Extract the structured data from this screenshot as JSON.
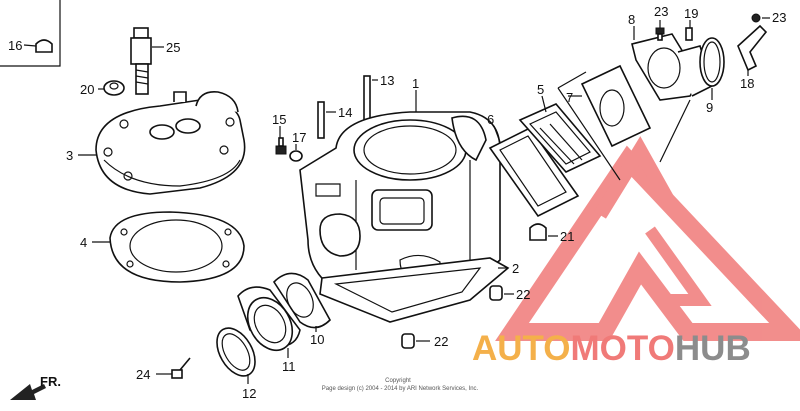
{
  "parts": [
    {
      "id": "16",
      "label": "16"
    },
    {
      "id": "25",
      "label": "25"
    },
    {
      "id": "20",
      "label": "20"
    },
    {
      "id": "3",
      "label": "3"
    },
    {
      "id": "4",
      "label": "4"
    },
    {
      "id": "13",
      "label": "13"
    },
    {
      "id": "14",
      "label": "14"
    },
    {
      "id": "1",
      "label": "1"
    },
    {
      "id": "15",
      "label": "15"
    },
    {
      "id": "17",
      "label": "17"
    },
    {
      "id": "5",
      "label": "5"
    },
    {
      "id": "6",
      "label": "6"
    },
    {
      "id": "7",
      "label": "7"
    },
    {
      "id": "8",
      "label": "8"
    },
    {
      "id": "23a",
      "label": "23"
    },
    {
      "id": "19",
      "label": "19"
    },
    {
      "id": "23b",
      "label": "23"
    },
    {
      "id": "9",
      "label": "9"
    },
    {
      "id": "18",
      "label": "18"
    },
    {
      "id": "21",
      "label": "21"
    },
    {
      "id": "2",
      "label": "2"
    },
    {
      "id": "22a",
      "label": "22"
    },
    {
      "id": "22b",
      "label": "22"
    },
    {
      "id": "10",
      "label": "10"
    },
    {
      "id": "11",
      "label": "11"
    },
    {
      "id": "12",
      "label": "12"
    },
    {
      "id": "24",
      "label": "24"
    }
  ],
  "direction_label": "FR.",
  "copyright": {
    "line1": "Copyright",
    "line2": "Page design (c) 2004 - 2014 by ARI Network Services, Inc."
  },
  "watermark": {
    "auto": "AUTO",
    "moto": "MOTO",
    "hub": "HUB",
    "colors": {
      "red": "#f07a78",
      "orange": "#f4b04a",
      "grey": "#8c8c8c"
    }
  }
}
